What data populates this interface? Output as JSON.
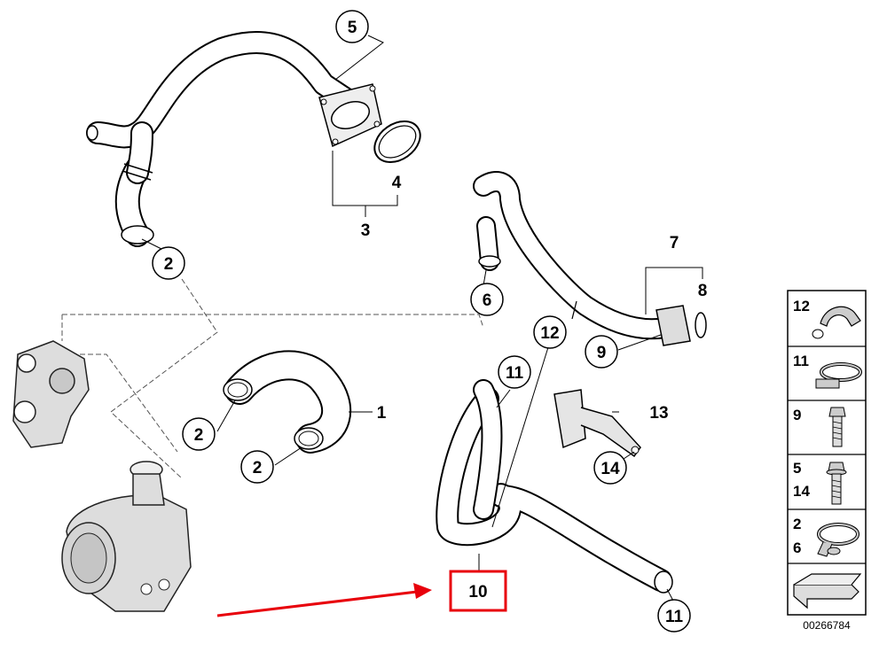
{
  "callouts": {
    "c1": "1",
    "c2a": "2",
    "c2b": "2",
    "c2c": "2",
    "c3": "3",
    "c4": "4",
    "c5": "5",
    "c6": "6",
    "c7": "7",
    "c8": "8",
    "c9": "9",
    "c10": "10",
    "c11a": "11",
    "c11b": "11",
    "c12": "12",
    "c13": "13",
    "c14": "14"
  },
  "legend": {
    "row1": [
      "12"
    ],
    "row2": [
      "11"
    ],
    "row3": [
      "9"
    ],
    "row4": [
      "5",
      "14"
    ],
    "row5": [
      "2",
      "6"
    ]
  },
  "diagram_id": "00266784",
  "colors": {
    "highlight": "#e8000b",
    "line": "#000000",
    "part_fill": "#d9d9d9"
  },
  "icons": {
    "arrow": "red-arrow",
    "fold": "fold-arrow-icon"
  }
}
